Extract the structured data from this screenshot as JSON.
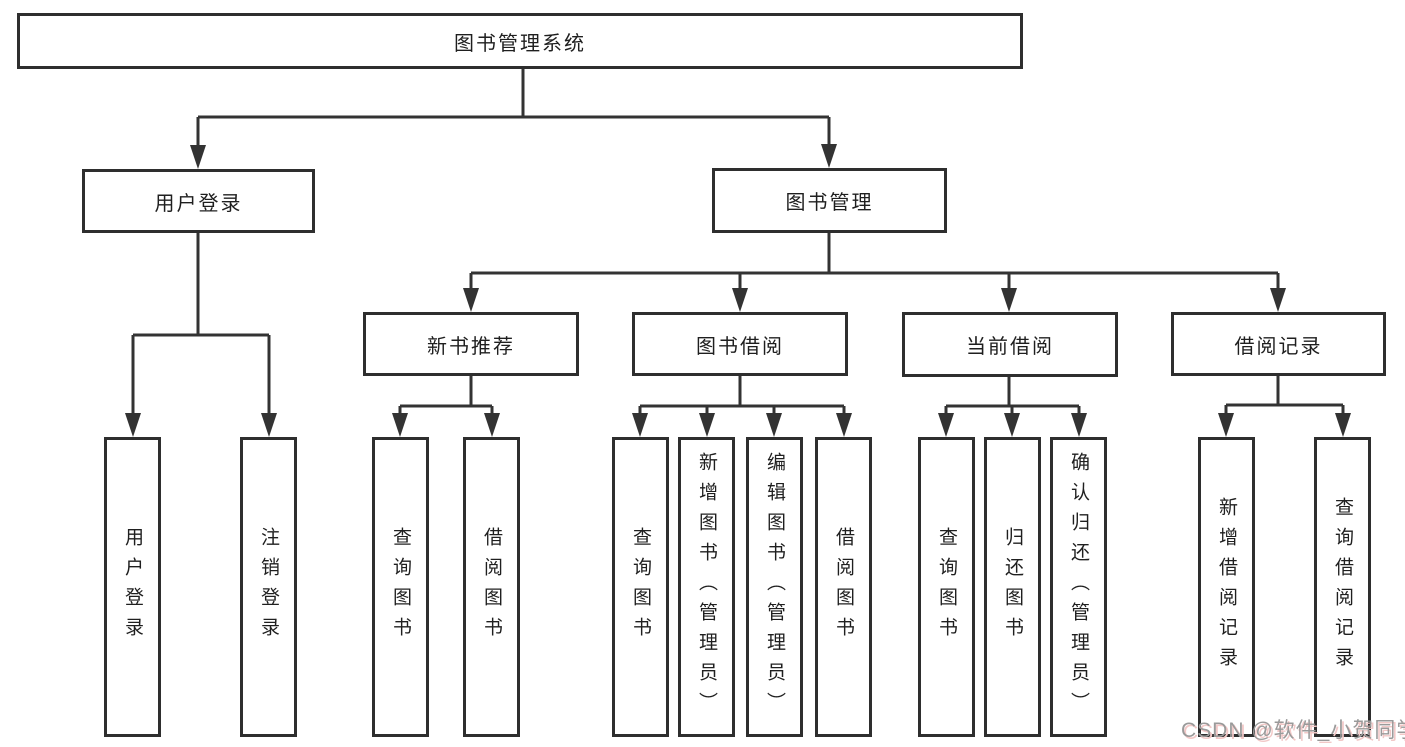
{
  "nodes": {
    "root": {
      "label": "图书管理系统"
    },
    "user_login": {
      "label": "用户登录"
    },
    "book_management": {
      "label": "图书管理"
    },
    "new_book_recommend": {
      "label": "新书推荐"
    },
    "book_borrow": {
      "label": "图书借阅"
    },
    "current_borrow": {
      "label": "当前借阅"
    },
    "borrow_record": {
      "label": "借阅记录"
    },
    "leaf_user_login": {
      "label": "用户登录"
    },
    "leaf_logout": {
      "label": "注销登录"
    },
    "leaf_rec_query_book": {
      "label": "查询图书"
    },
    "leaf_rec_borrow_book": {
      "label": "借阅图书"
    },
    "leaf_bb_query_book": {
      "label": "查询图书"
    },
    "leaf_bb_add_book": {
      "label": "新增图书（管理员）"
    },
    "leaf_bb_edit_book": {
      "label": "编辑图书（管理员）"
    },
    "leaf_bb_borrow_book": {
      "label": "借阅图书"
    },
    "leaf_cb_query_book": {
      "label": "查询图书"
    },
    "leaf_cb_return_book": {
      "label": "归还图书"
    },
    "leaf_cb_confirm_return": {
      "label": "确认归还（管理员）"
    },
    "leaf_br_add_record": {
      "label": "新增借阅记录"
    },
    "leaf_br_query_record": {
      "label": "查询借阅记录"
    }
  },
  "watermark": {
    "text": "CSDN @软件_小贺同学"
  },
  "colors": {
    "line": "#333333",
    "box_border": "#2e2e2e",
    "text": "#1f1f1f",
    "background": "#ffffff",
    "watermark": "#9a9a9a",
    "watermark_shadow": "#f2c8c7"
  }
}
